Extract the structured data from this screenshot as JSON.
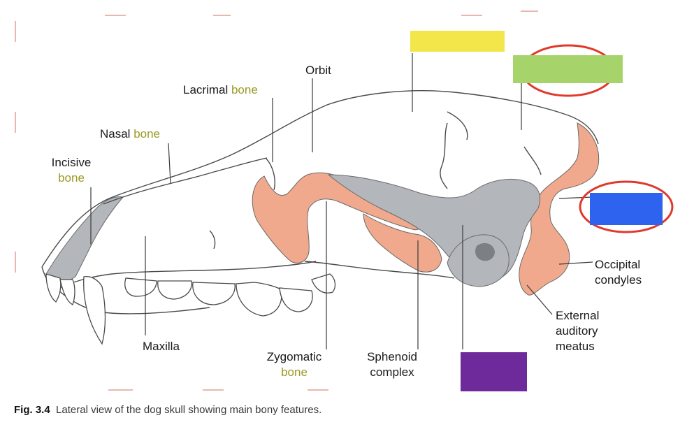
{
  "labels": {
    "orbit": "Orbit",
    "lacrimal_pre": "Lacrimal ",
    "lacrimal_hl": "bone",
    "nasal_pre": "Nasal ",
    "nasal_hl": "bone",
    "incisive_1": "Incisive",
    "incisive_hl": "bone",
    "maxilla": "Maxilla",
    "zygomatic_1": "Zygomatic",
    "zygomatic_hl": "bone",
    "sphenoid_1": "Sphenoid",
    "sphenoid_2": "complex",
    "occipital_1": "Occipital",
    "occipital_2": "condyles",
    "auditory_1": "External",
    "auditory_2": "auditory",
    "auditory_3": "meatus"
  },
  "caption": {
    "fig": "Fig. 3.4",
    "text": "Lateral view of the dog skull showing main bony features."
  },
  "colors": {
    "bone_peach": "#f0a98c",
    "bone_gray": "#b3b6bb",
    "label_highlight": "#9a9a24",
    "mask_yellow": "#f2e64a",
    "mask_green": "#a7d46a",
    "mask_blue": "#2e63f0",
    "mask_purple": "#6e2a9a",
    "circle_red": "#e0392b"
  }
}
